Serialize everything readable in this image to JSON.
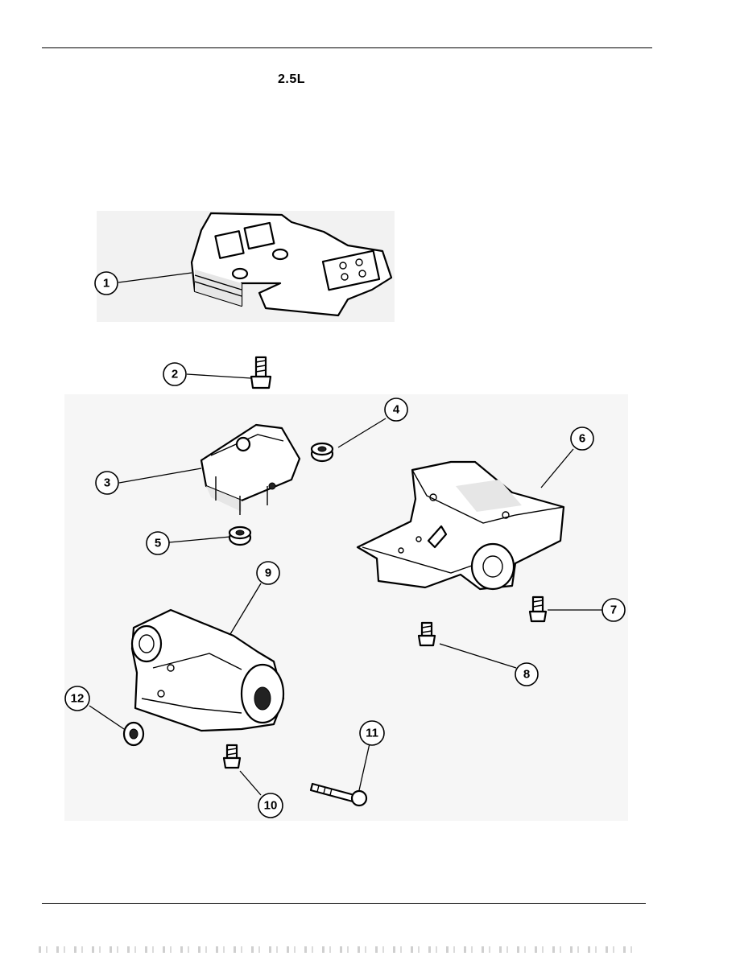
{
  "header": {
    "engine_label": "2.5L"
  },
  "callouts": [
    {
      "id": 1,
      "label": "1"
    },
    {
      "id": 2,
      "label": "2"
    },
    {
      "id": 3,
      "label": "3"
    },
    {
      "id": 4,
      "label": "4"
    },
    {
      "id": 5,
      "label": "5"
    },
    {
      "id": 6,
      "label": "6"
    },
    {
      "id": 7,
      "label": "7"
    },
    {
      "id": 8,
      "label": "8"
    },
    {
      "id": 9,
      "label": "9"
    },
    {
      "id": 10,
      "label": "10"
    },
    {
      "id": 11,
      "label": "11"
    },
    {
      "id": 12,
      "label": "12"
    }
  ]
}
